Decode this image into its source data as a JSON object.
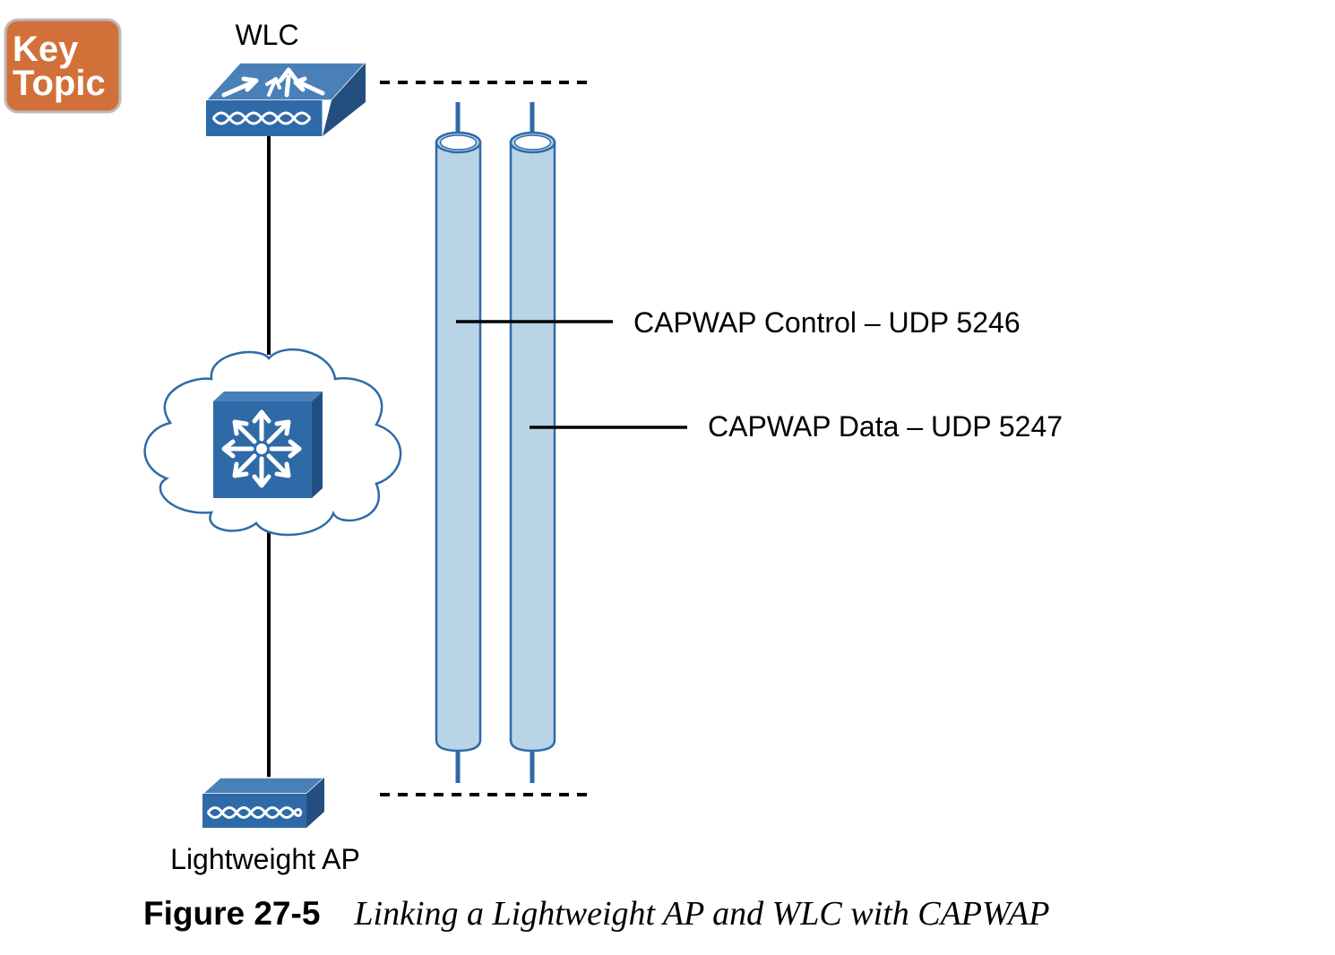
{
  "badge": {
    "line1": "Key",
    "line2": "Topic",
    "color": "#d2703a"
  },
  "nodes": {
    "wlc": {
      "label": "WLC",
      "icon": "wireless-lan-controller-icon"
    },
    "network": {
      "label": "",
      "icon": "cloud-with-layer3-switch-icon"
    },
    "ap": {
      "label": "Lightweight AP",
      "icon": "lightweight-access-point-icon"
    }
  },
  "tunnels": {
    "control": {
      "label": "CAPWAP Control – UDP 5246"
    },
    "data": {
      "label": "CAPWAP Data – UDP 5247"
    }
  },
  "caption": {
    "number": "Figure 27-5",
    "title": "Linking a Lightweight AP and WLC with CAPWAP"
  },
  "colors": {
    "device_blue": "#2f6aa8",
    "tunnel_fill": "#b8d4e6",
    "tunnel_stroke": "#2f6aa8",
    "line": "#000000"
  }
}
